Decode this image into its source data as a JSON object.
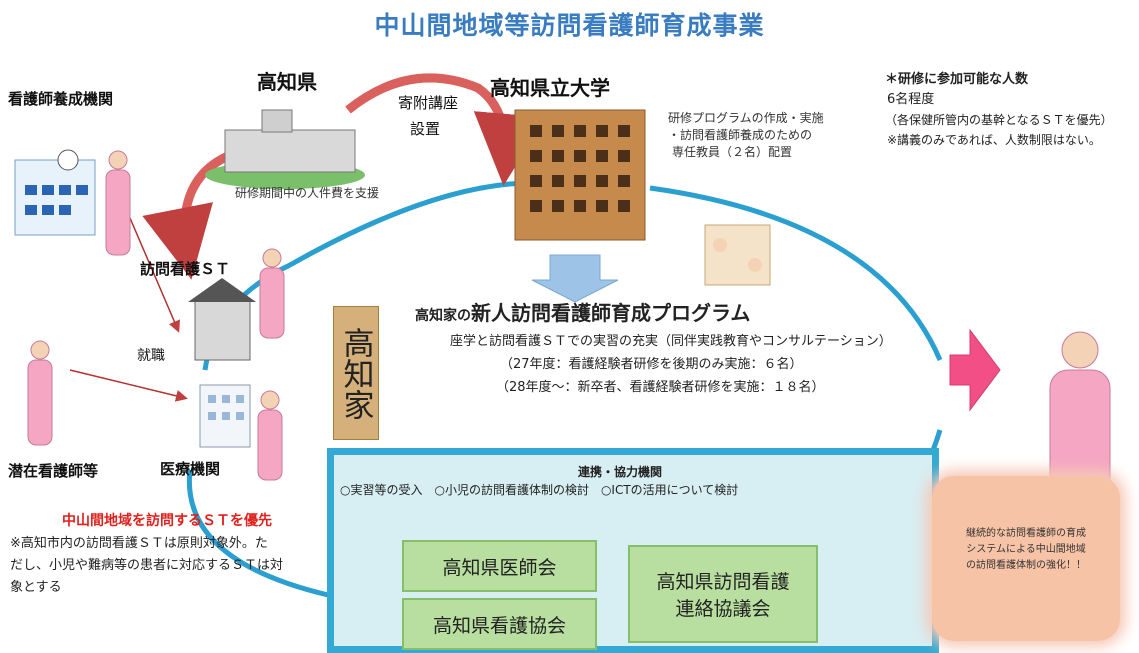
{
  "title": "中山間地域等訪問看護師育成事業",
  "labels": {
    "nursing_school": "看護師養成機関",
    "kochi_pref": "高知県",
    "donation": "寄附講座",
    "setup": "設置",
    "university": "高知県立大学",
    "labor_support": "研修期間中の人件費を支援",
    "visiting_station": "訪問看護ＳＴ",
    "employment": "就職",
    "latent_nurses": "潜在看護師等",
    "medical_institution": "医療機関",
    "kanban": "高知家"
  },
  "university_notes": {
    "line1": "研修プログラムの作成・実施",
    "line2": "・訪問看護師養成のための",
    "line3": "専任教員（２名）配置"
  },
  "participants": {
    "heading": "＊研修に参加可能な人数",
    "line1": "6名程度",
    "line2": "（各保健所管内の基幹となるＳＴを優先）",
    "line3": "※講義のみであれば、人数制限はない。"
  },
  "program": {
    "prefix": "高知家の",
    "title": "新人訪問看護師育成プログラム",
    "line1": "座学と訪問看護ＳＴでの実習の充実（同伴実践教育やコンサルテーション）",
    "line2": "（27年度：看護経験者研修を後期のみ実施：６名）",
    "line3": "（28年度～：新卒者、看護経験者研修を実施：１８名）"
  },
  "priority": {
    "heading": "中山間地域を訪問するＳＴを優先",
    "line1": "※高知市内の訪問看護ＳＴは原則対象外。た",
    "line2": "だし、小児や難病等の患者に対応するＳＴは対",
    "line3": "象とする"
  },
  "cooperation": {
    "heading": "連携・協力機関",
    "items": "○実習等の受入　○小児の訪問看護体制の検討　○ICTの活用について検討",
    "orgs": [
      "高知県医師会",
      "高知県看護協会"
    ],
    "council_line1": "高知県訪問看護",
    "council_line2": "連絡協議会"
  },
  "speech": {
    "line1": "継続的な訪問看護師の育成",
    "line2": "システムによる中山間地域",
    "line3": "の訪問看護体制の強化！！"
  },
  "colors": {
    "title": "#3a7cc0",
    "circle": "#2a9fd0",
    "arrow_red": "#d9605d",
    "coop_border": "#33a9d4",
    "org_fill": "#b8dfa0"
  }
}
